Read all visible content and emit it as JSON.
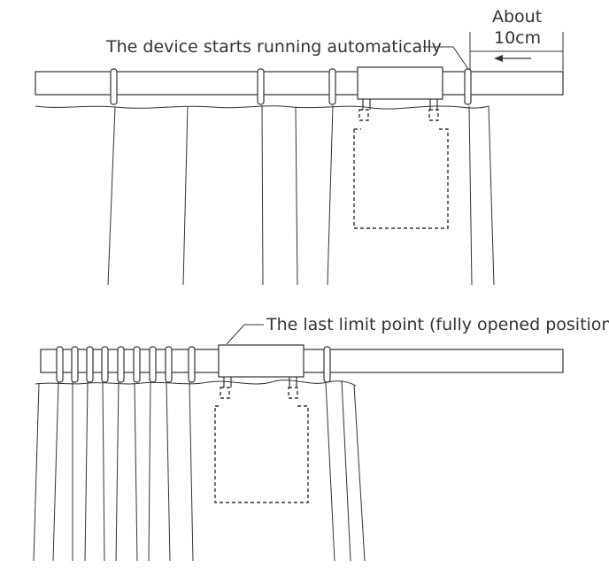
{
  "top_panel": {
    "label": "The device starts running automatically",
    "distance_label_line1": "About",
    "distance_label_line2": "10cm"
  },
  "bottom_panel": {
    "label": "The last limit point (fully opened position)"
  },
  "colors": {
    "line": "#333333",
    "background": "#ffffff"
  }
}
